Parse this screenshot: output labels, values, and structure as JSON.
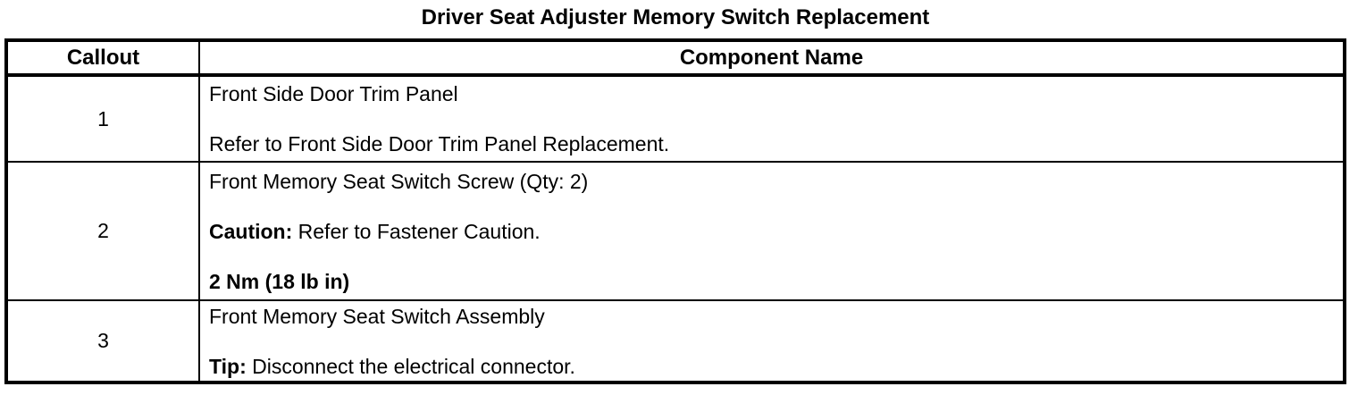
{
  "page": {
    "title": "Driver Seat Adjuster Memory Switch Replacement"
  },
  "table": {
    "headers": {
      "callout": "Callout",
      "component": "Component Name"
    },
    "rows": [
      {
        "callout": "1",
        "lines": [
          {
            "bold": "",
            "text": "Front Side Door Trim Panel"
          },
          {
            "bold": "",
            "text": "Refer to Front Side Door Trim Panel Replacement."
          }
        ]
      },
      {
        "callout": "2",
        "lines": [
          {
            "bold": "",
            "text": "Front Memory Seat Switch Screw (Qty: 2)"
          },
          {
            "bold": "Caution:",
            "text": " Refer to Fastener Caution."
          },
          {
            "bold": "2 Nm (18 lb in)",
            "text": ""
          }
        ]
      },
      {
        "callout": "3",
        "lines": [
          {
            "bold": "",
            "text": "Front Memory Seat Switch Assembly"
          },
          {
            "bold": "Tip:",
            "text": " Disconnect the electrical connector."
          }
        ]
      }
    ]
  },
  "colors": {
    "text": "#000000",
    "border": "#000000",
    "background": "#ffffff"
  }
}
